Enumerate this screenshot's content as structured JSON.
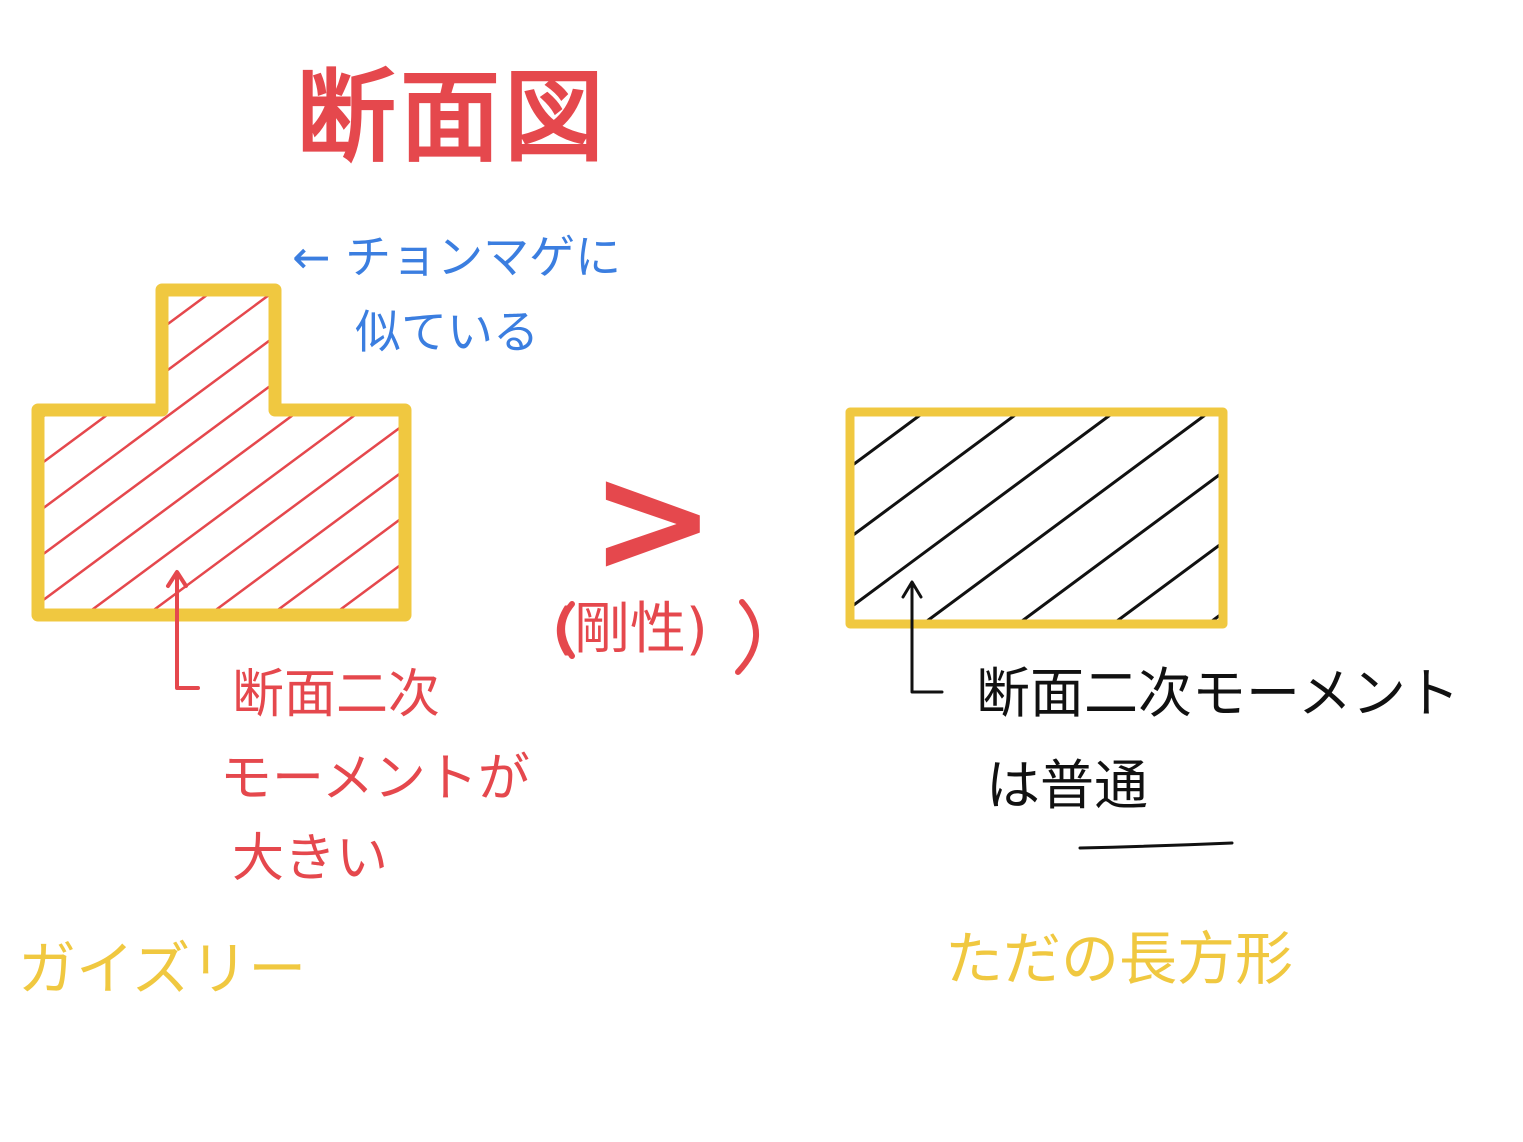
{
  "title": "断面図",
  "left_figure": {
    "shape_name": "ガイズリー",
    "annotation_top": [
      "← チョンマゲに",
      "似ている"
    ],
    "annotation_bottom": [
      "断面二次",
      "モーメントが",
      "大きい"
    ],
    "outline_color": "#f0c840",
    "hatch_color": "#e5484d"
  },
  "comparison": {
    "symbol": ">",
    "caption": "(剛性)",
    "color": "#e5484d"
  },
  "right_figure": {
    "shape_name": "ただの長方形",
    "annotation": [
      "断面二次モーメント",
      "は普通"
    ],
    "outline_color": "#f0c840",
    "hatch_color": "#111111"
  }
}
